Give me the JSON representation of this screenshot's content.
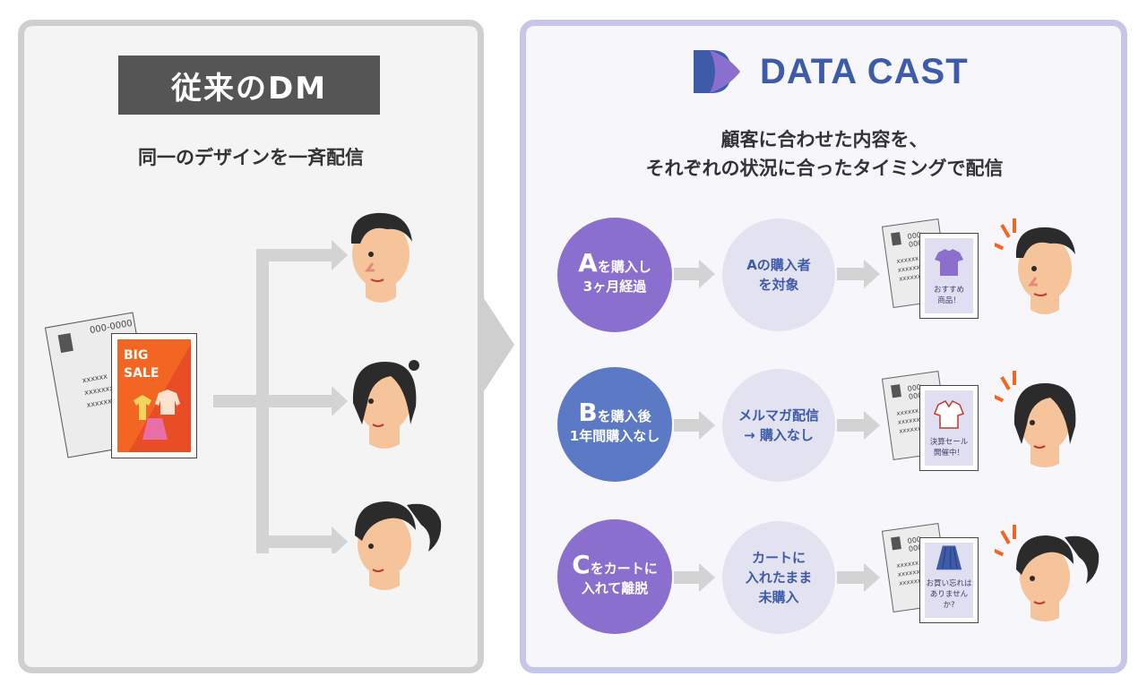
{
  "legacy": {
    "title": "従来のDM",
    "subtitle": "同一のデザインを一斉配信",
    "postcard": {
      "zip": "000-0000",
      "address_lines": [
        "xxxxxx",
        "xxxxxxx",
        "xxxxxxx"
      ],
      "headline": "BIG SALE"
    }
  },
  "datacast": {
    "logo_text": "DATA CAST",
    "subtitle_lines": [
      "顧客に合わせた内容を、",
      "それぞれの状況に合ったタイミングで配信"
    ],
    "rows": [
      {
        "trigger_letter": "A",
        "trigger_rest": "を購入し",
        "trigger_line2": "3ヶ月経過",
        "condition_lines": [
          "Aの購入者",
          "を対象"
        ],
        "card_lines": [
          "おすすめ",
          "商品！"
        ]
      },
      {
        "trigger_letter": "B",
        "trigger_rest": "を購入後",
        "trigger_line2": "1年間購入なし",
        "condition_lines": [
          "メルマガ配信",
          "→ 購入なし"
        ],
        "card_lines": [
          "決算セール",
          "開催中！"
        ]
      },
      {
        "trigger_letter": "C",
        "trigger_rest": "をカートに",
        "trigger_line2": "入れて離脱",
        "condition_lines": [
          "カートに",
          "入れたまま",
          "未購入"
        ],
        "card_lines": [
          "お買い忘れは",
          "ありませんか?"
        ]
      }
    ],
    "postcard": {
      "zip": "000-0000",
      "address_lines": [
        "xxxxxx",
        "xxxxxxx",
        "xxxxxxx"
      ]
    }
  },
  "colors": {
    "row_a": "#8a6fcf",
    "row_b": "#5b79c4",
    "row_c": "#8a6fcf",
    "logo_blue": "#3d5ba9",
    "logo_purple": "#8a6fcf",
    "sale_orange": "#f26522"
  }
}
